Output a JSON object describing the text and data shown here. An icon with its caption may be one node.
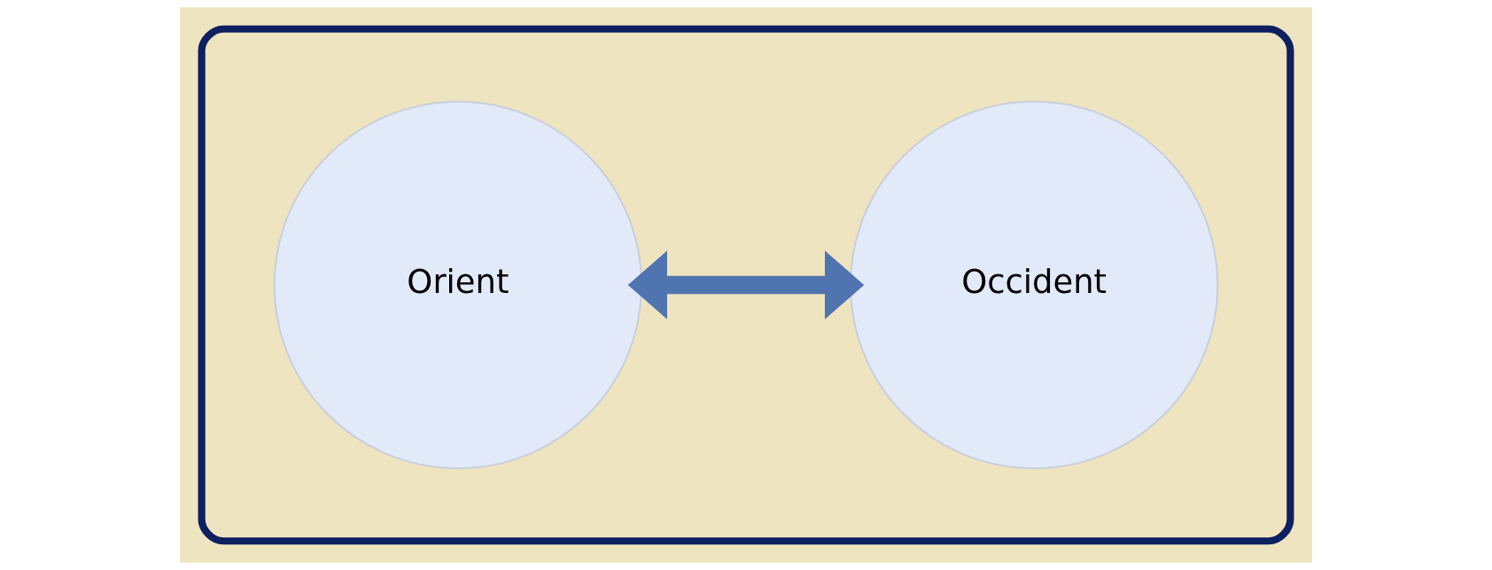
{
  "diagram": {
    "nodes": [
      {
        "text": [],
        "shape": "ellipse"
      },
      {
        "text": [
          "Orient"
        ],
        "in": 0
      },
      {
        "text": [
          "Occident"
        ],
        "in": 0
      }
    ],
    "edges": [
      {
        "from": 1,
        "to": 2,
        "arrow": "both"
      }
    ]
  }
}
